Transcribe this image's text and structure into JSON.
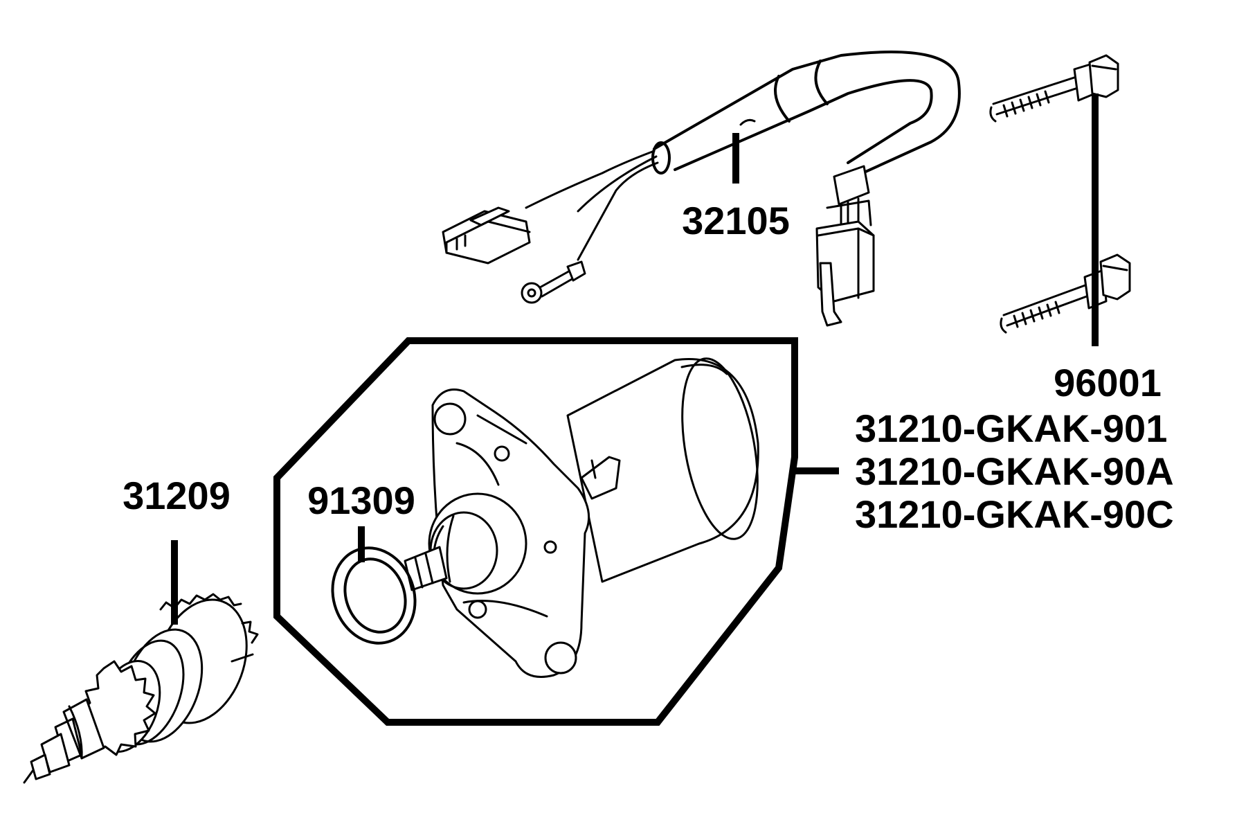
{
  "diagram": {
    "background": "#ffffff",
    "ink": "#000000",
    "parts": [
      {
        "id": "harness",
        "number": "32105"
      },
      {
        "id": "bolts",
        "number": "96001"
      },
      {
        "id": "starter",
        "numbers": [
          "31210-GKAK-901",
          "31210-GKAK-90A",
          "31210-GKAK-90C"
        ]
      },
      {
        "id": "oring",
        "number": "91309"
      },
      {
        "id": "drive",
        "number": "31209"
      }
    ]
  }
}
